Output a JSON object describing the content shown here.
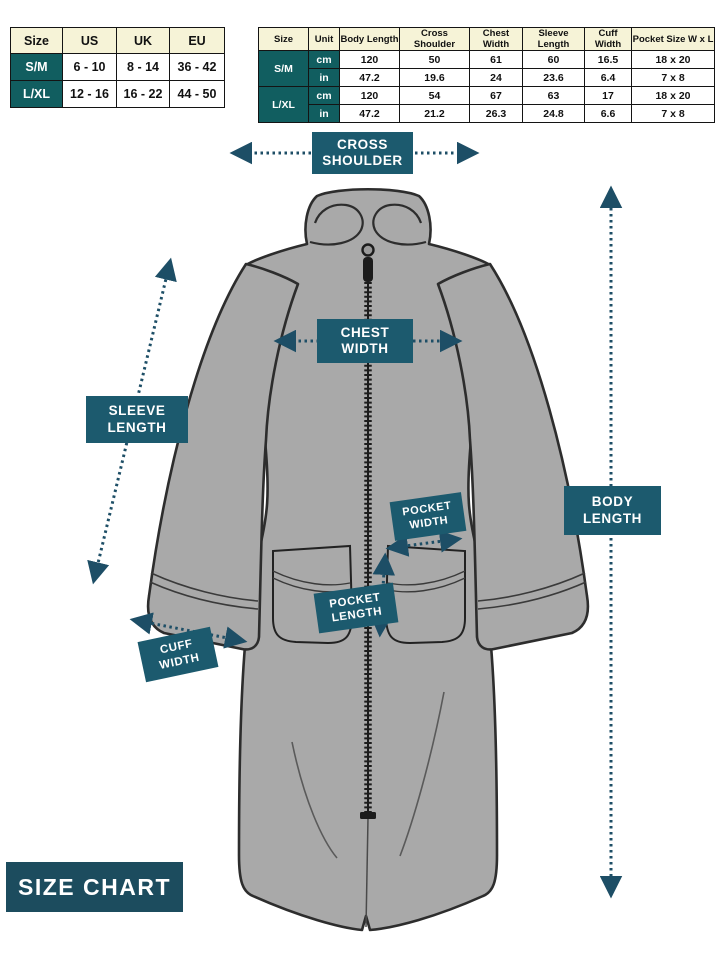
{
  "colors": {
    "teal_table": "#115e60",
    "teal_label": "#1c5a6e",
    "teal_title": "#1c4c5e",
    "header_cream": "#f6f3d7",
    "garment_gray": "#a9a9a9",
    "outline": "#2d2d2d",
    "arrow": "#1d4e66"
  },
  "size_table": {
    "headers": [
      "Size",
      "US",
      "UK",
      "EU"
    ],
    "rows": [
      [
        "S/M",
        "6 - 10",
        "8 - 14",
        "36 - 42"
      ],
      [
        "L/XL",
        "12 - 16",
        "16 - 22",
        "44 - 50"
      ]
    ]
  },
  "measurement_table": {
    "headers": [
      "Size",
      "Unit",
      "Body Length",
      "Cross Shoulder",
      "Chest Width",
      "Sleeve Length",
      "Cuff Width",
      "Pocket Size W x L"
    ],
    "rows": [
      [
        "S/M",
        "cm",
        "120",
        "50",
        "61",
        "60",
        "16.5",
        "18 x 20"
      ],
      [
        "S/M",
        "in",
        "47.2",
        "19.6",
        "24",
        "23.6",
        "6.4",
        "7 x 8"
      ],
      [
        "L/XL",
        "cm",
        "120",
        "54",
        "67",
        "63",
        "17",
        "18 x 20"
      ],
      [
        "L/XL",
        "in",
        "47.2",
        "21.2",
        "26.3",
        "24.8",
        "6.6",
        "7 x 8"
      ]
    ]
  },
  "labels": {
    "cross_shoulder": {
      "line1": "CROSS",
      "line2": "SHOULDER"
    },
    "chest_width": {
      "line1": "CHEST",
      "line2": "WIDTH"
    },
    "sleeve_length": {
      "line1": "SLEEVE",
      "line2": "LENGTH"
    },
    "body_length": {
      "line1": "BODY",
      "line2": "LENGTH"
    },
    "pocket_width": {
      "line1": "POCKET",
      "line2": "WIDTH"
    },
    "pocket_length": {
      "line1": "POCKET",
      "line2": "LENGTH"
    },
    "cuff_width": {
      "line1": "CUFF",
      "line2": "WIDTH"
    }
  },
  "title": "SIZE CHART"
}
